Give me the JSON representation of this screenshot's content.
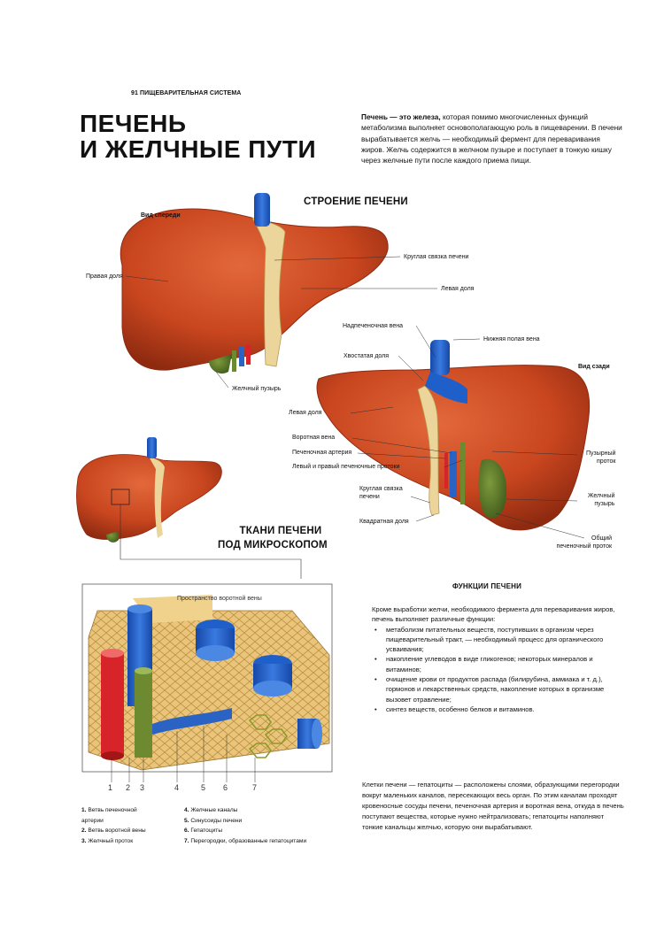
{
  "header": "91 ПИЩЕВАРИТЕЛЬНАЯ СИСТЕМА",
  "title": {
    "line1": "ПЕЧЕНЬ",
    "line2": "И ЖЕЛЧНЫЕ ПУТИ"
  },
  "intro": {
    "lead": "Печень — это железа,",
    "text": " которая помимо многочисленных функций метаболизма выполняет основополагающую роль в пищеварении. В печени вырабатывается желчь — необходимый фермент для переваривания жиров. Желчь содержится в желчном пузыре и поступает в тонкую кишку через желчные пути после каждого приема пищи."
  },
  "structure": {
    "title": "СТРОЕНИЕ ПЕЧЕНИ",
    "front_view": "Вид спереди",
    "back_view": "Вид сзади",
    "labels": {
      "right_lobe": "Правая доля",
      "round_ligament": "Круглая связка печени",
      "left_lobe": "Левая доля",
      "gallbladder": "Желчный пузырь",
      "hepatic_vein": "Надпеченочная вена",
      "ivc": "Нижняя полая вена",
      "caudate_lobe": "Хвостатая доля",
      "left_lobe_back": "Левая доля",
      "portal_vein": "Воротная вена",
      "hepatic_artery": "Печеночная артерия",
      "hepatic_ducts": "Левый и правый печеночные протоки",
      "round_ligament_back_1": "Круглая связка",
      "round_ligament_back_2": "печени",
      "quadrate_lobe": "Квадратная доля",
      "cystic_duct_1": "Пузырный",
      "cystic_duct_2": "проток",
      "gallbladder_back_1": "Желчный",
      "gallbladder_back_2": "пузырь",
      "common_duct_1": "Общий",
      "common_duct_2": "печеночный проток"
    }
  },
  "micro": {
    "title_line1": "ТКАНИ ПЕЧЕНИ",
    "title_line2": "ПОД МИКРОСКОПОМ",
    "portal_space": "Пространство воротной вены",
    "numbers": [
      "1",
      "2",
      "3",
      "4",
      "5",
      "6",
      "7"
    ],
    "legend_left": [
      {
        "num": "1.",
        "text": "Ветвь печеночной"
      },
      {
        "num": "",
        "text": "артерии"
      },
      {
        "num": "2.",
        "text": "Ветвь воротной вены"
      },
      {
        "num": "3.",
        "text": "Желчный проток"
      }
    ],
    "legend_right": [
      {
        "num": "4.",
        "text": "Желчные каналы"
      },
      {
        "num": "5.",
        "text": "Синусоиды печени"
      },
      {
        "num": "6.",
        "text": "Гепатоциты"
      },
      {
        "num": "7.",
        "text": "Перегородки, образованные гепатоцитами"
      }
    ]
  },
  "functions": {
    "title": "ФУНКЦИИ ПЕЧЕНИ",
    "intro": "Кроме выработки желчи, необходимого фермента для переваривания жиров, печень выполняет различные функции:",
    "items": [
      "метаболизм питательных веществ, поступивших в организм через пищеварительный тракт, — необходимый процесс для органического усваивания;",
      "накопление углеводов в виде гликогенов; некоторых минералов и витаминов;",
      "очищение крови от продуктов распада (билирубина, аммиака и т. д.), гормонов и лекарственных средств, накопление которых в организме вызовет отравление;",
      "синтез веществ, особенно белков и витаминов."
    ]
  },
  "cells_text": "Клетки печени — гепатоциты — расположены слоями, образующими перегородки вокруг маленьких каналов, пересекающих весь орган. По этим каналам проходят кровеносные сосуды печени, печеночная артерия и воротная вена, откуда в печень поступают вещества, которые нужно нейтрализовать; гепатоциты наполняют тонкие канальцы желчью, которую они вырабатывают.",
  "colors": {
    "liver": "#c9461f",
    "liver_dark": "#9e2e12",
    "vein_blue": "#1f5fc9",
    "ligament": "#ecd59a",
    "gall_green": "#5c7a2a",
    "artery_red": "#d6242a"
  }
}
